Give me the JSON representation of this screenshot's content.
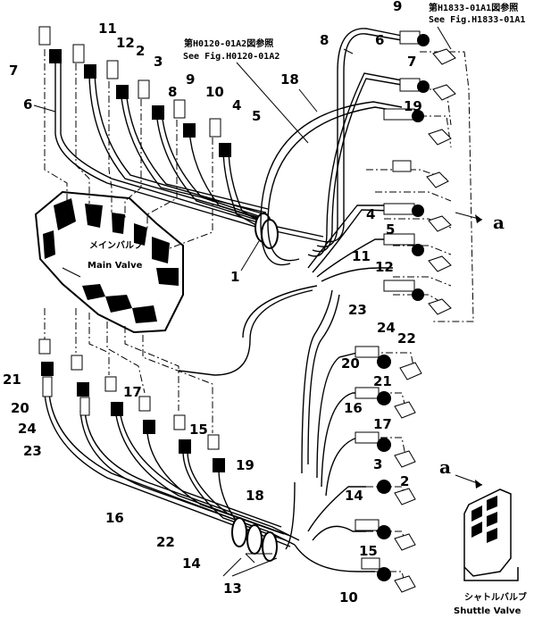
{
  "references": {
    "main_valve_ref_jp": "第H0120-01A2図参照",
    "main_valve_ref_en": "See Fig.H0120-01A2",
    "shuttle_ref_jp": "第H1833-01A1図参照",
    "shuttle_ref_en": "See Fig.H1833-01A1"
  },
  "components": {
    "main_valve_jp": "メインバルブ",
    "main_valve_en": "Main Valve",
    "shuttle_valve_jp": "シャトルバルブ",
    "shuttle_valve_en": "Shuttle Valve"
  },
  "arrow_markers": [
    "a",
    "a"
  ],
  "callouts": {
    "top_left": [
      "7",
      "6",
      "11",
      "12",
      "2",
      "3",
      "8",
      "9",
      "10",
      "4",
      "5",
      "1",
      "18"
    ],
    "top_right": [
      "8",
      "9",
      "6",
      "7",
      "19",
      "4",
      "5",
      "11",
      "12",
      "23",
      "24"
    ],
    "bottom_left": [
      "21",
      "20",
      "24",
      "23",
      "17",
      "16",
      "15",
      "19",
      "18",
      "22",
      "14",
      "13"
    ],
    "bottom_right": [
      "22",
      "20",
      "21",
      "16",
      "17",
      "3",
      "2",
      "14",
      "15",
      "10"
    ]
  }
}
